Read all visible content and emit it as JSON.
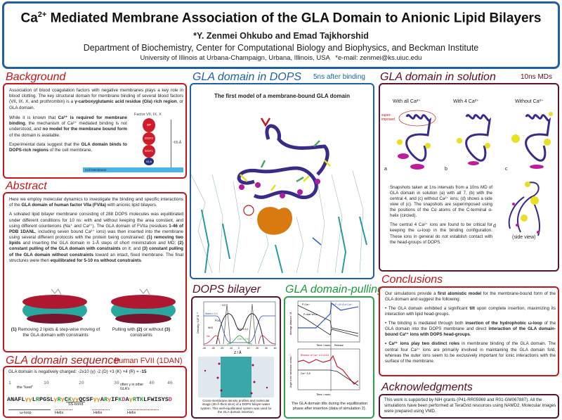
{
  "header": {
    "title_prefix": "Ca",
    "title_sup": "2+",
    "title_rest": " Mediated Membrane Association of the GLA Domain to Anionic Lipid Bilayers",
    "authors": "*Y. Zenmei Ohkubo and Emad Tajkhorshid",
    "department": "Department of Biochemistry, Center for Computational Biology and Biophysics, and Beckman Institute",
    "university": "University of Illinois at Urbana-Champaign, Urbana, Illinois, USA   *e-mail: zenmei@ks.uiuc.edu"
  },
  "background": {
    "title": "Background",
    "p1": [
      [
        "Association of blood coagulation factors with negative membranes plays a key role in blood clotting. The key structural domain for membrane binding of several blood factors (VII, IX, X, and prothrombin) is a ",
        0
      ],
      [
        "γ-carboxyglutamic acid residue (Gla) rich region",
        1
      ],
      [
        ", or GLA domain.",
        0
      ]
    ],
    "p2": [
      [
        "While it is known that ",
        0
      ],
      [
        "Ca²⁺ is required for membrane binding",
        1
      ],
      [
        ", the mechanism of Ca²⁺ mediated binding is not understood, and ",
        0
      ],
      [
        "no model for the membrane bound form",
        1
      ],
      [
        " of the domain is available.",
        0
      ]
    ],
    "p3": [
      [
        "Experimental data suggest that the ",
        0
      ],
      [
        "GLA domain binds to DOPS-rich regions",
        1
      ],
      [
        " of the cell membrane.",
        0
      ]
    ],
    "figure": {
      "label": "Factor VII, IX, X",
      "domains": [
        "SP",
        "EGF2",
        "EGF1",
        "GLA"
      ],
      "length": "~65 Å",
      "membrane": "Cell Membrane"
    }
  },
  "abstract": {
    "title": "Abstract",
    "p1": [
      [
        "Here we employ molecular dynamics to investigate the binding and specific interactions of the ",
        0
      ],
      [
        "GLA domain of human factor VIIa (FVIIa)",
        1
      ],
      [
        " with anionic lipid bilayers.",
        0
      ]
    ],
    "p2": [
      [
        "A solvated lipid bilayer membrane consisting of 288 DOPS molecules was equilibrated under different conditions for 10 ns: with and without keeping the area constant, and using different counterions (Na⁺ and Ca²⁺). The GLA domain of FVIIa (residues ",
        0
      ],
      [
        "1-46 of PDB 1DANL",
        1
      ],
      [
        ", including seven bound Ca²⁺ ions) was then inserted into the membrane using several different protocols with the protein being constrained: ",
        0
      ],
      [
        "(1) removing two lipids",
        1
      ],
      [
        " and inserting the GLA domain in 1-Å steps of short minimization and MD; ",
        0
      ],
      [
        "(2) constant pulling of the GLA domain with constraints",
        1
      ],
      [
        " on it; and ",
        0
      ],
      [
        "(3) constant pulling of the GLA domain without constraints",
        1
      ],
      [
        " toward an intact, fixed membrane. The final structures were then ",
        0
      ],
      [
        "equilibrated for 5-10 ns without constraints",
        1
      ],
      [
        ".",
        0
      ]
    ],
    "caption1": [
      [
        "(1)",
        1
      ],
      [
        " Removing 2 lipids & step-wise moving of the GLA domain with constraints",
        0
      ]
    ],
    "caption2": [
      [
        "Pulling with ",
        0
      ],
      [
        "(2)",
        1
      ],
      [
        " or without ",
        0
      ],
      [
        "(3)",
        1
      ],
      [
        " constraints",
        0
      ]
    ]
  },
  "sequence": {
    "title": "GLA domain sequence",
    "subtitle": "human FVII (1DAN)",
    "charge": [
      [
        "GLA domain is negatively charged:  -2x10 (γ) -2 (D) +3 (K) +4 (R) = ",
        0
      ],
      [
        "-15",
        1
      ]
    ],
    "positions": [
      "1",
      "10",
      "20",
      "30",
      "40",
      "46"
    ],
    "keel": "the \"keel\"",
    "often": "often γ in other GLA's",
    "ssbond": "SS-bond",
    "residues": "ANAFLγγLRPGSLγRγCKγγQCSFγγARγIFKDAγRTKLFWISYSD",
    "omega_loop": "ω-loop",
    "helix": "Helix"
  },
  "dops": {
    "title": "GLA domain in DOPS",
    "subtitle": "5ns after binding",
    "heading": "The first model of a membrane-bound GLA domain"
  },
  "bilayer": {
    "title": "DOPS bilayer",
    "ylabel": "Density / 10² Å⁻³",
    "xlabel": "Z / Å",
    "xticks": [
      "-40",
      "-30",
      "-20",
      "-10",
      "0",
      "10",
      "20",
      "30",
      "40"
    ],
    "labels": [
      "CO",
      "Water x 0.1",
      "PO4",
      "NH3",
      "Na",
      "CH2 x 0.1",
      "CH3 x 0.1"
    ],
    "caption": "Cross-membrane density profiles and molecular image (30-Å-thick slice) of a DOPS bilayer-water system. This well-equilibrated system was used for the GLA domain insertion."
  },
  "pulling": {
    "title": "GLA domain-pulling",
    "xlabel": "Time / nsec",
    "ylabel1": "Average distance / Å",
    "ylabel2": "Angle to the membrane normal / °",
    "release": "Release",
    "legend1": [
      "P-Ca²⁺",
      "P-near w/Ca",
      "# P <10 Å of Ca²⁺"
    ],
    "legend2": [
      "Bisector of Ca²⁺ 4-5 & 6-8",
      "Ca²⁺ 3-8"
    ],
    "caption": "The GLA domain tilts during the equilibration phase after insertion (data of simulation 2)."
  },
  "solution": {
    "title": "GLA domain in solution",
    "subtitle": "10ns MDs",
    "panels": [
      "With all Ca²⁺",
      "With 4 Ca²⁺",
      "Without Ca²⁺"
    ],
    "letters": [
      "a",
      "b",
      "c",
      "d"
    ],
    "superimposed": "super-imposed",
    "side_view": "(side view)",
    "p1": "Snapshots taken at 1ns intervals from a 10ns MD of GLA domain in solution (a) with all 7, (b) with the central 4, and (c) without Ca²⁺ ions; (d) shows a side view of (c). The snapshots are superimposed using the positions of the Cα atoms of the C-terminal α-helix (circled).",
    "p2": "The central 4 Ca²⁺ ions are found to be critical for keeping the ω-loop in the binding configuration. These ions in general do not establish contact with the head-groups of DOPS."
  },
  "conclusions": {
    "title": "Conclusions",
    "p1": [
      [
        "Our simulations provide a ",
        0
      ],
      [
        "first atomistic model",
        1
      ],
      [
        " for the membrane-bound form of the GLA domain and suggest the following:",
        0
      ]
    ],
    "p2": [
      [
        "• The GLA domain exhibited a significant ",
        0
      ],
      [
        "tilt",
        1
      ],
      [
        " upon complete insertion, maximizing its interaction with lipid head-groups.",
        0
      ]
    ],
    "p3": [
      [
        "• The binding is mediated through both ",
        0
      ],
      [
        "insertion of the hydrophobic ω-loop",
        1
      ],
      [
        " of the GLA domain into the DOPS membrane and direct ",
        0
      ],
      [
        "interaction of the GLA domain-bound Ca²⁺ ions with DOPS head-groups",
        1
      ],
      [
        ".",
        0
      ]
    ],
    "p4": [
      [
        "• Ca²⁺ ions play two distinct roles",
        1
      ],
      [
        " in membrane binding of the GLA domain. The central four Ca²⁺ ions are primarily involved in maintaining the GLA domain fold, whereas the outer ions seem to be exclusively important for ionic interactions with the surface of the membrane.",
        0
      ]
    ]
  },
  "acknowledgments": {
    "title": "Acknowledgments",
    "text": "This work is supported by NIH grants (P41-RR05969 and R01-GM067887). All the simulations have been performed at TeraGrid resources using NAMD2. Molecular images were prepared using VMD."
  }
}
